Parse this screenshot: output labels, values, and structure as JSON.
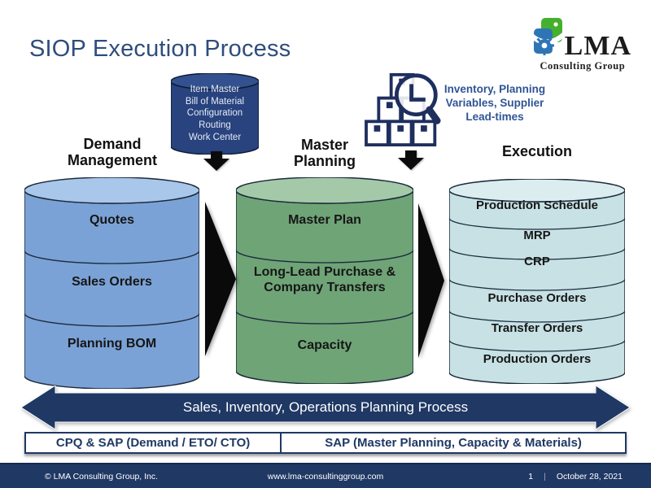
{
  "title": "SIOP Execution Process",
  "logo": {
    "name": "LMA",
    "subtitle": "Consulting Group"
  },
  "item_master": {
    "lines": [
      "Item Master",
      "Bill of Material",
      "Configuration",
      "Routing",
      "Work Center"
    ]
  },
  "inventory_note": {
    "lines": [
      "Inventory, Planning",
      "Variables, Supplier",
      "Lead-times"
    ]
  },
  "columns": [
    {
      "header": "Demand Management",
      "sections": [
        "Quotes",
        "Sales Orders",
        "Planning BOM"
      ],
      "body_color": "#7ba2d6",
      "top_color": "#a9c7ea"
    },
    {
      "header": "Master Planning",
      "sections": [
        "Master Plan",
        "Long-Lead Purchase & Company Transfers",
        "Capacity"
      ],
      "body_color": "#6fa477",
      "top_color": "#a4c9a8"
    },
    {
      "header": "Execution",
      "sections": [
        "Production Schedule",
        "MRP",
        "CRP",
        "Purchase Orders",
        "Transfer Orders",
        "Production Orders"
      ],
      "body_color": "#c7e1e4",
      "top_color": "#dcedef"
    }
  ],
  "item_master_colors": {
    "body": "#28437e",
    "top": "#33518f"
  },
  "process_arrow": {
    "label": "Sales, Inventory, Operations Planning Process",
    "color": "#1f3864"
  },
  "system_boxes": [
    {
      "label": "CPQ & SAP (Demand / ETO/ CTO)"
    },
    {
      "label": "SAP (Master Planning, Capacity & Materials)"
    }
  ],
  "footer": {
    "copyright": "© LMA Consulting Group, Inc.",
    "url": "www.lma-consultinggroup.com",
    "page": "1",
    "separator": "|",
    "date": "October 28, 2021"
  },
  "colors": {
    "accent_navy": "#1f3864",
    "title_blue": "#2e4d7d",
    "note_blue": "#2f5496",
    "flow_arrow_black": "#0a0a0a"
  }
}
